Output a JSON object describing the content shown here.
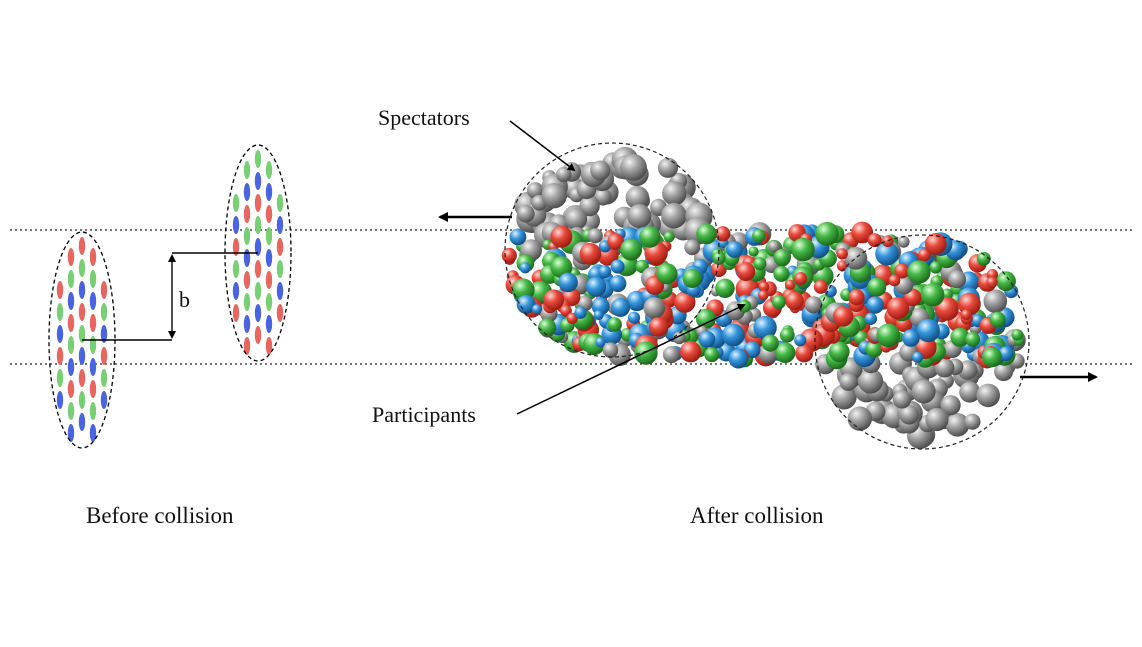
{
  "labels": {
    "impact_parameter": "b",
    "spectators": "Spectators",
    "participants": "Participants",
    "before": "Before collision",
    "after": "After collision"
  },
  "colors": {
    "red": "#e8665f",
    "green": "#79cf73",
    "blue": "#4a63e0",
    "sphere_red": "#e23b2e",
    "sphere_green": "#3aa83a",
    "sphere_blue": "#2f8fd6",
    "sphere_gray": "#9a9a9a",
    "line": "#000000"
  }
}
